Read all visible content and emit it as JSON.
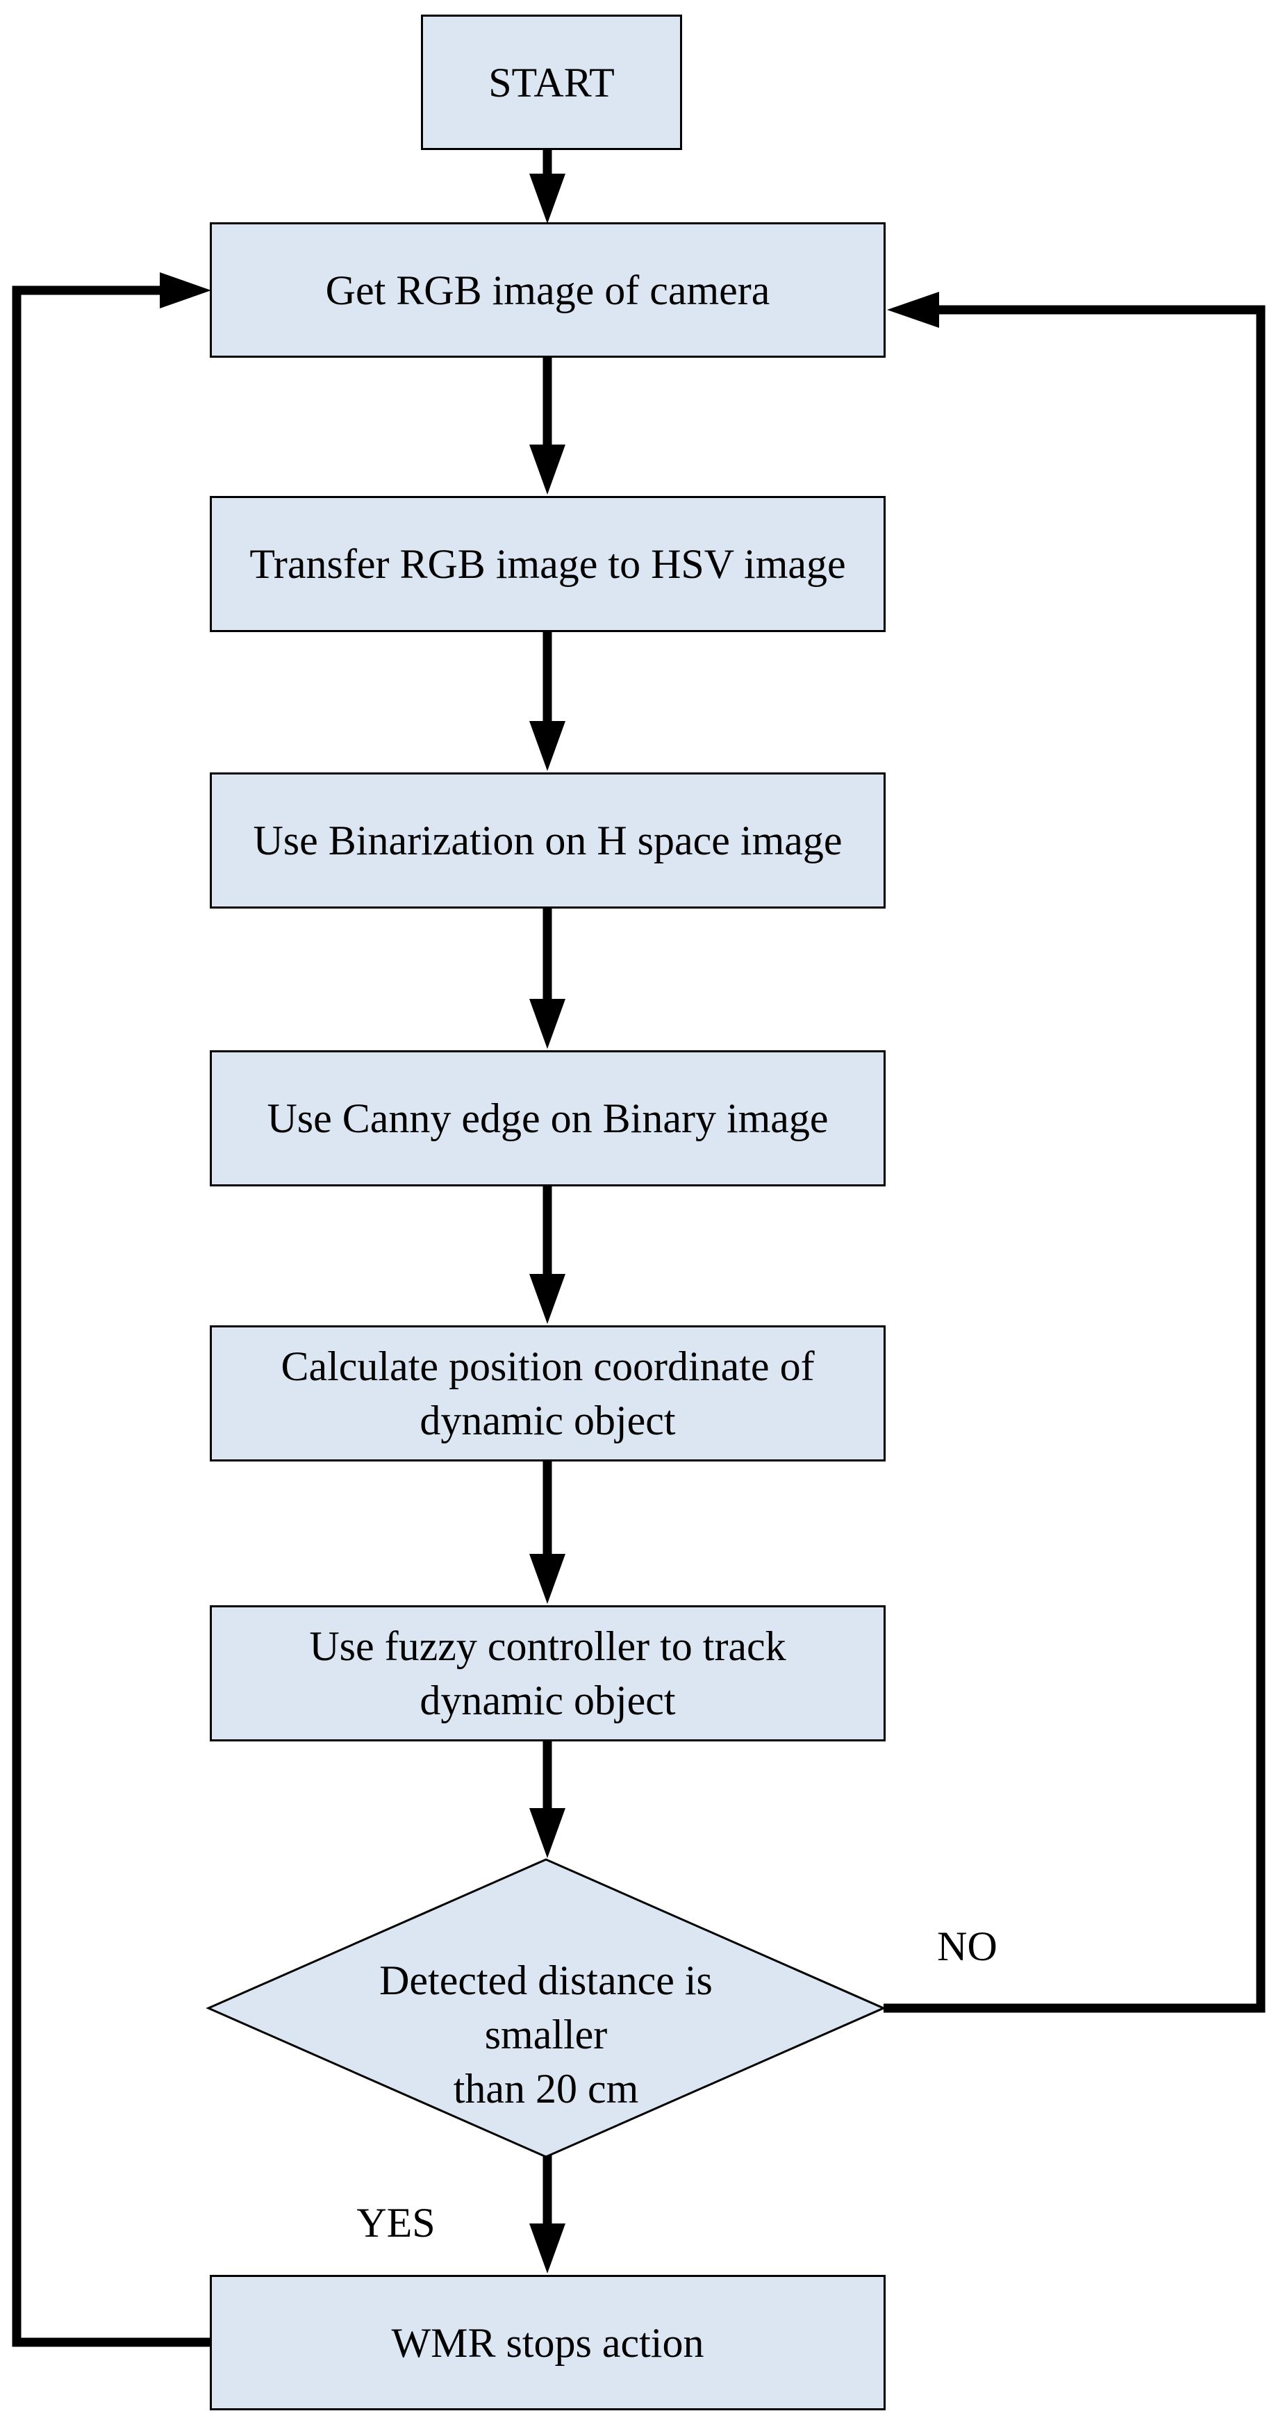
{
  "diagram": {
    "title_implicit": "Dynamic object tracking flowchart",
    "colors": {
      "node_fill": "#dce6f2",
      "node_border": "#000000",
      "connector": "#000000",
      "text": "#000000",
      "background": "#ffffff"
    },
    "nodes": {
      "start": {
        "label": "START",
        "shape": "rectangle"
      },
      "get_rgb_image": {
        "label": "Get RGB image of camera",
        "shape": "rectangle"
      },
      "transfer_rgb_to_hsv": {
        "label": "Transfer RGB image to HSV image",
        "shape": "rectangle"
      },
      "binarization": {
        "label": "Use Binarization on H space image",
        "shape": "rectangle"
      },
      "canny_edge": {
        "label": "Use Canny edge on Binary image",
        "shape": "rectangle"
      },
      "calculate_position": {
        "label": "Calculate position coordinate of\ndynamic object",
        "shape": "rectangle"
      },
      "fuzzy_controller": {
        "label": "Use fuzzy controller  to track\ndynamic object",
        "shape": "rectangle"
      },
      "decision": {
        "label": "Detected distance is smaller\nthan 20 cm",
        "shape": "diamond"
      },
      "wmr_stops": {
        "label": "WMR stops action",
        "shape": "rectangle"
      }
    },
    "edge_labels": {
      "no": "NO",
      "yes": "YES"
    },
    "edges": [
      {
        "from": "start",
        "to": "get_rgb_image"
      },
      {
        "from": "get_rgb_image",
        "to": "transfer_rgb_to_hsv"
      },
      {
        "from": "transfer_rgb_to_hsv",
        "to": "binarization"
      },
      {
        "from": "binarization",
        "to": "canny_edge"
      },
      {
        "from": "canny_edge",
        "to": "calculate_position"
      },
      {
        "from": "calculate_position",
        "to": "fuzzy_controller"
      },
      {
        "from": "fuzzy_controller",
        "to": "decision"
      },
      {
        "from": "decision",
        "to": "wmr_stops",
        "label": "YES"
      },
      {
        "from": "decision",
        "to": "get_rgb_image",
        "label": "NO"
      },
      {
        "from": "wmr_stops",
        "to": "get_rgb_image"
      }
    ]
  }
}
